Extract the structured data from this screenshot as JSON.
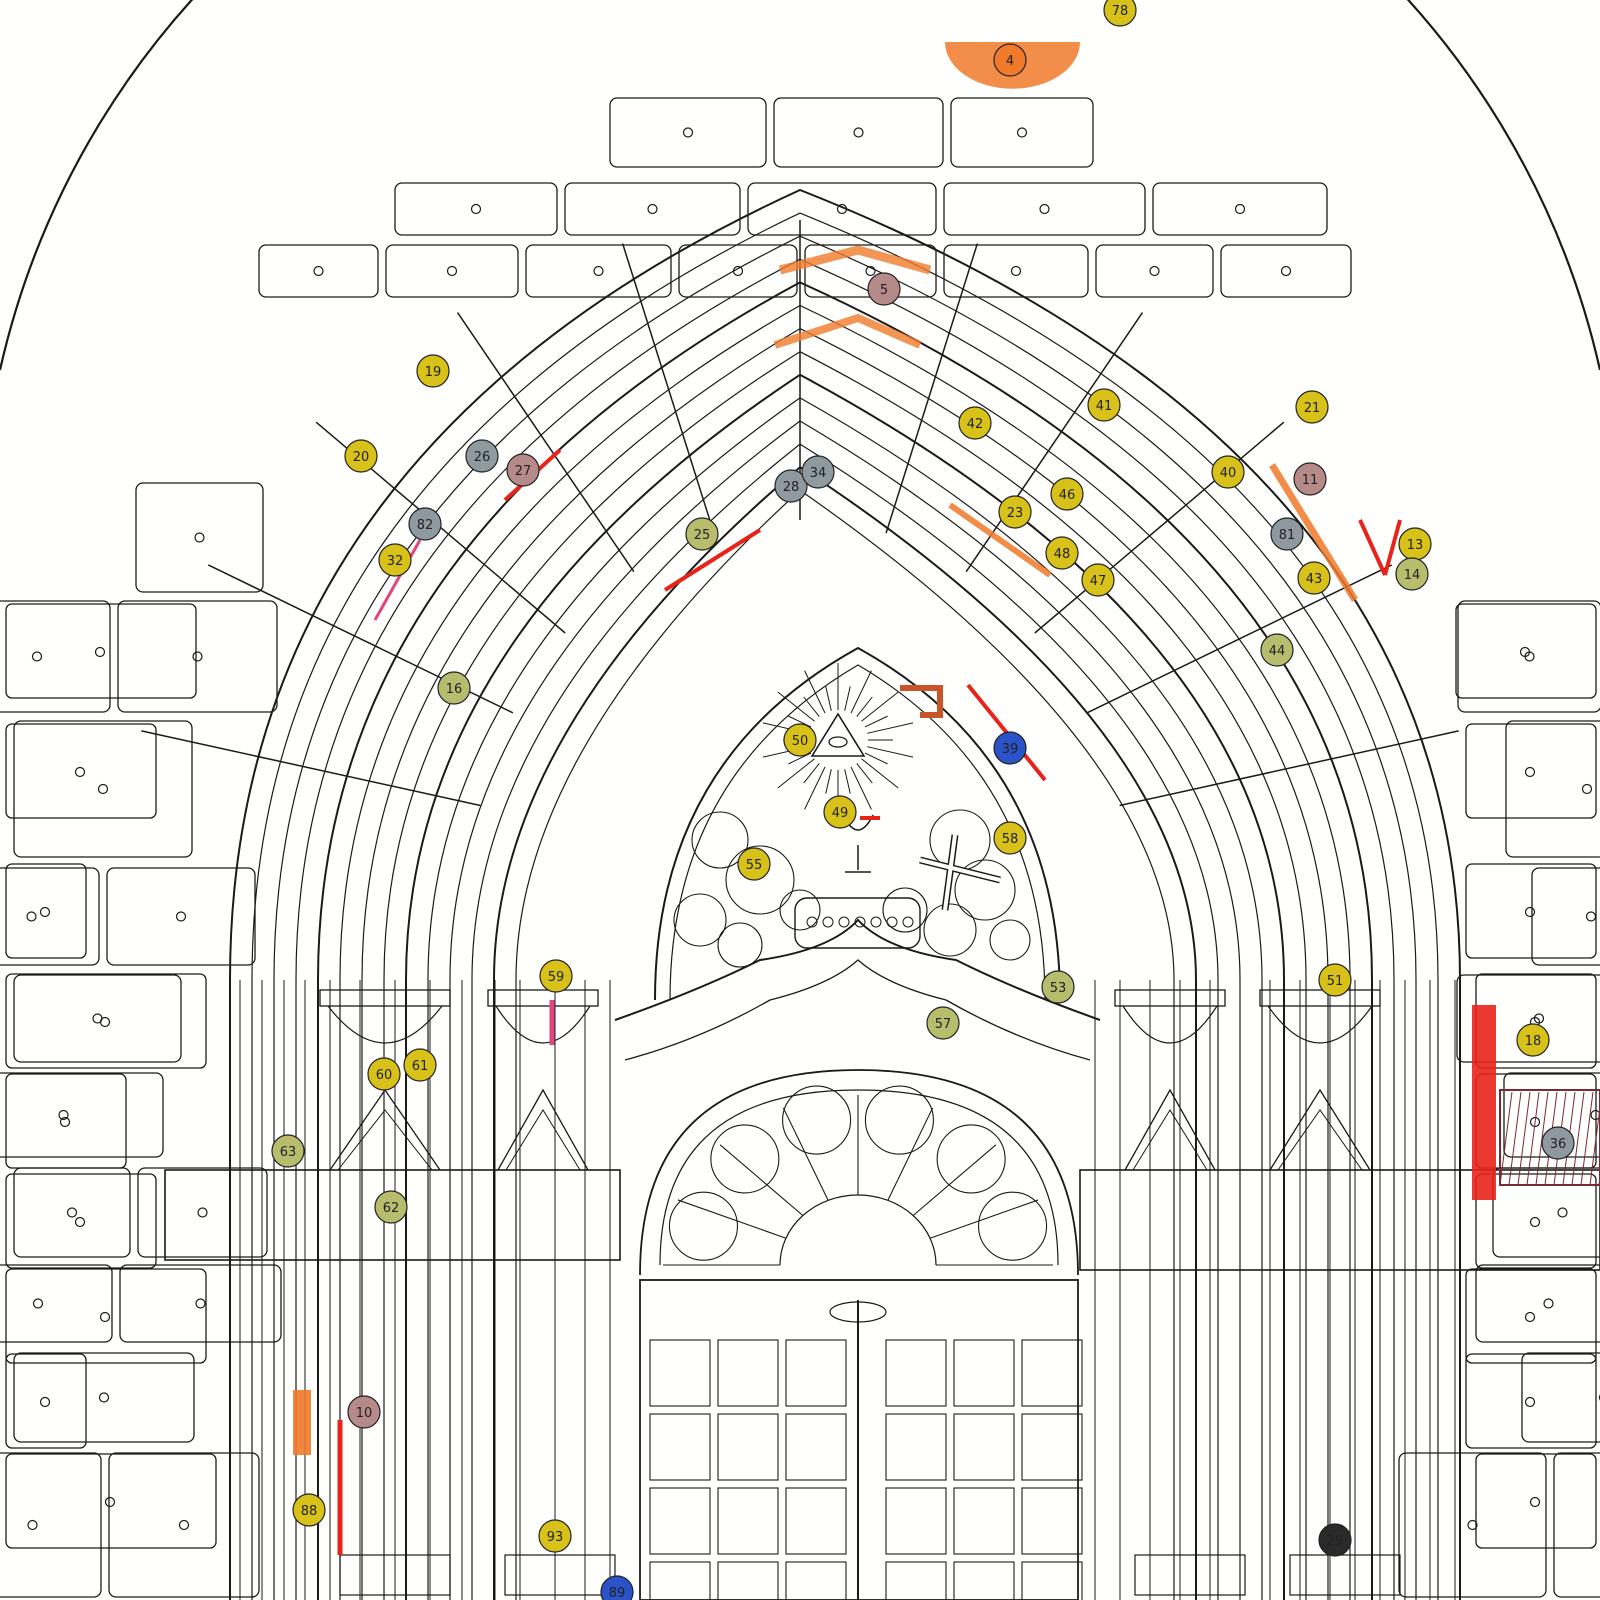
{
  "drawing": {
    "kind": "portal-damage-mapping",
    "colors": {
      "line": "#1a1a1a",
      "background": "#fffffe",
      "red_marking": "#e8231a",
      "orange_marking": "#f07a2a",
      "pink_marking": "#e0457b",
      "maroon_hatching": "#7a2a35"
    },
    "marker_colors": {
      "yellow": "#d8c21a",
      "olive": "#b8bd6e",
      "grey": "#8e9aa0",
      "rose": "#b78a8a",
      "dark": "#2a2a2a",
      "blue": "#2a52c9",
      "orange": "#f07a2a"
    }
  },
  "markers": [
    {
      "label": "78",
      "color": "yellow"
    },
    {
      "label": "4",
      "color": "orange"
    },
    {
      "label": "5",
      "color": "rose"
    },
    {
      "label": "19",
      "color": "yellow"
    },
    {
      "label": "20",
      "color": "yellow"
    },
    {
      "label": "26",
      "color": "grey"
    },
    {
      "label": "27",
      "color": "rose"
    },
    {
      "label": "82",
      "color": "grey"
    },
    {
      "label": "32",
      "color": "yellow"
    },
    {
      "label": "16",
      "color": "olive"
    },
    {
      "label": "42",
      "color": "yellow"
    },
    {
      "label": "41",
      "color": "yellow"
    },
    {
      "label": "21",
      "color": "yellow"
    },
    {
      "label": "28",
      "color": "grey"
    },
    {
      "label": "34",
      "color": "grey"
    },
    {
      "label": "25",
      "color": "olive"
    },
    {
      "label": "23",
      "color": "yellow"
    },
    {
      "label": "46",
      "color": "yellow"
    },
    {
      "label": "40",
      "color": "yellow"
    },
    {
      "label": "11",
      "color": "rose"
    },
    {
      "label": "13",
      "color": "yellow"
    },
    {
      "label": "14",
      "color": "olive"
    },
    {
      "label": "81",
      "color": "grey"
    },
    {
      "label": "43",
      "color": "yellow"
    },
    {
      "label": "48",
      "color": "yellow"
    },
    {
      "label": "47",
      "color": "yellow"
    },
    {
      "label": "44",
      "color": "olive"
    },
    {
      "label": "50",
      "color": "yellow"
    },
    {
      "label": "39",
      "color": "blue"
    },
    {
      "label": "49",
      "color": "yellow"
    },
    {
      "label": "55",
      "color": "yellow"
    },
    {
      "label": "58",
      "color": "yellow"
    },
    {
      "label": "59",
      "color": "yellow"
    },
    {
      "label": "53",
      "color": "olive"
    },
    {
      "label": "57",
      "color": "olive"
    },
    {
      "label": "51",
      "color": "yellow"
    },
    {
      "label": "60",
      "color": "yellow"
    },
    {
      "label": "61",
      "color": "yellow"
    },
    {
      "label": "63",
      "color": "olive"
    },
    {
      "label": "62",
      "color": "olive"
    },
    {
      "label": "18",
      "color": "yellow"
    },
    {
      "label": "36",
      "color": "grey"
    },
    {
      "label": "10",
      "color": "rose"
    },
    {
      "label": "88",
      "color": "yellow"
    },
    {
      "label": "93",
      "color": "yellow"
    },
    {
      "label": "89",
      "color": "blue"
    },
    {
      "label": "29",
      "color": "dark"
    }
  ]
}
